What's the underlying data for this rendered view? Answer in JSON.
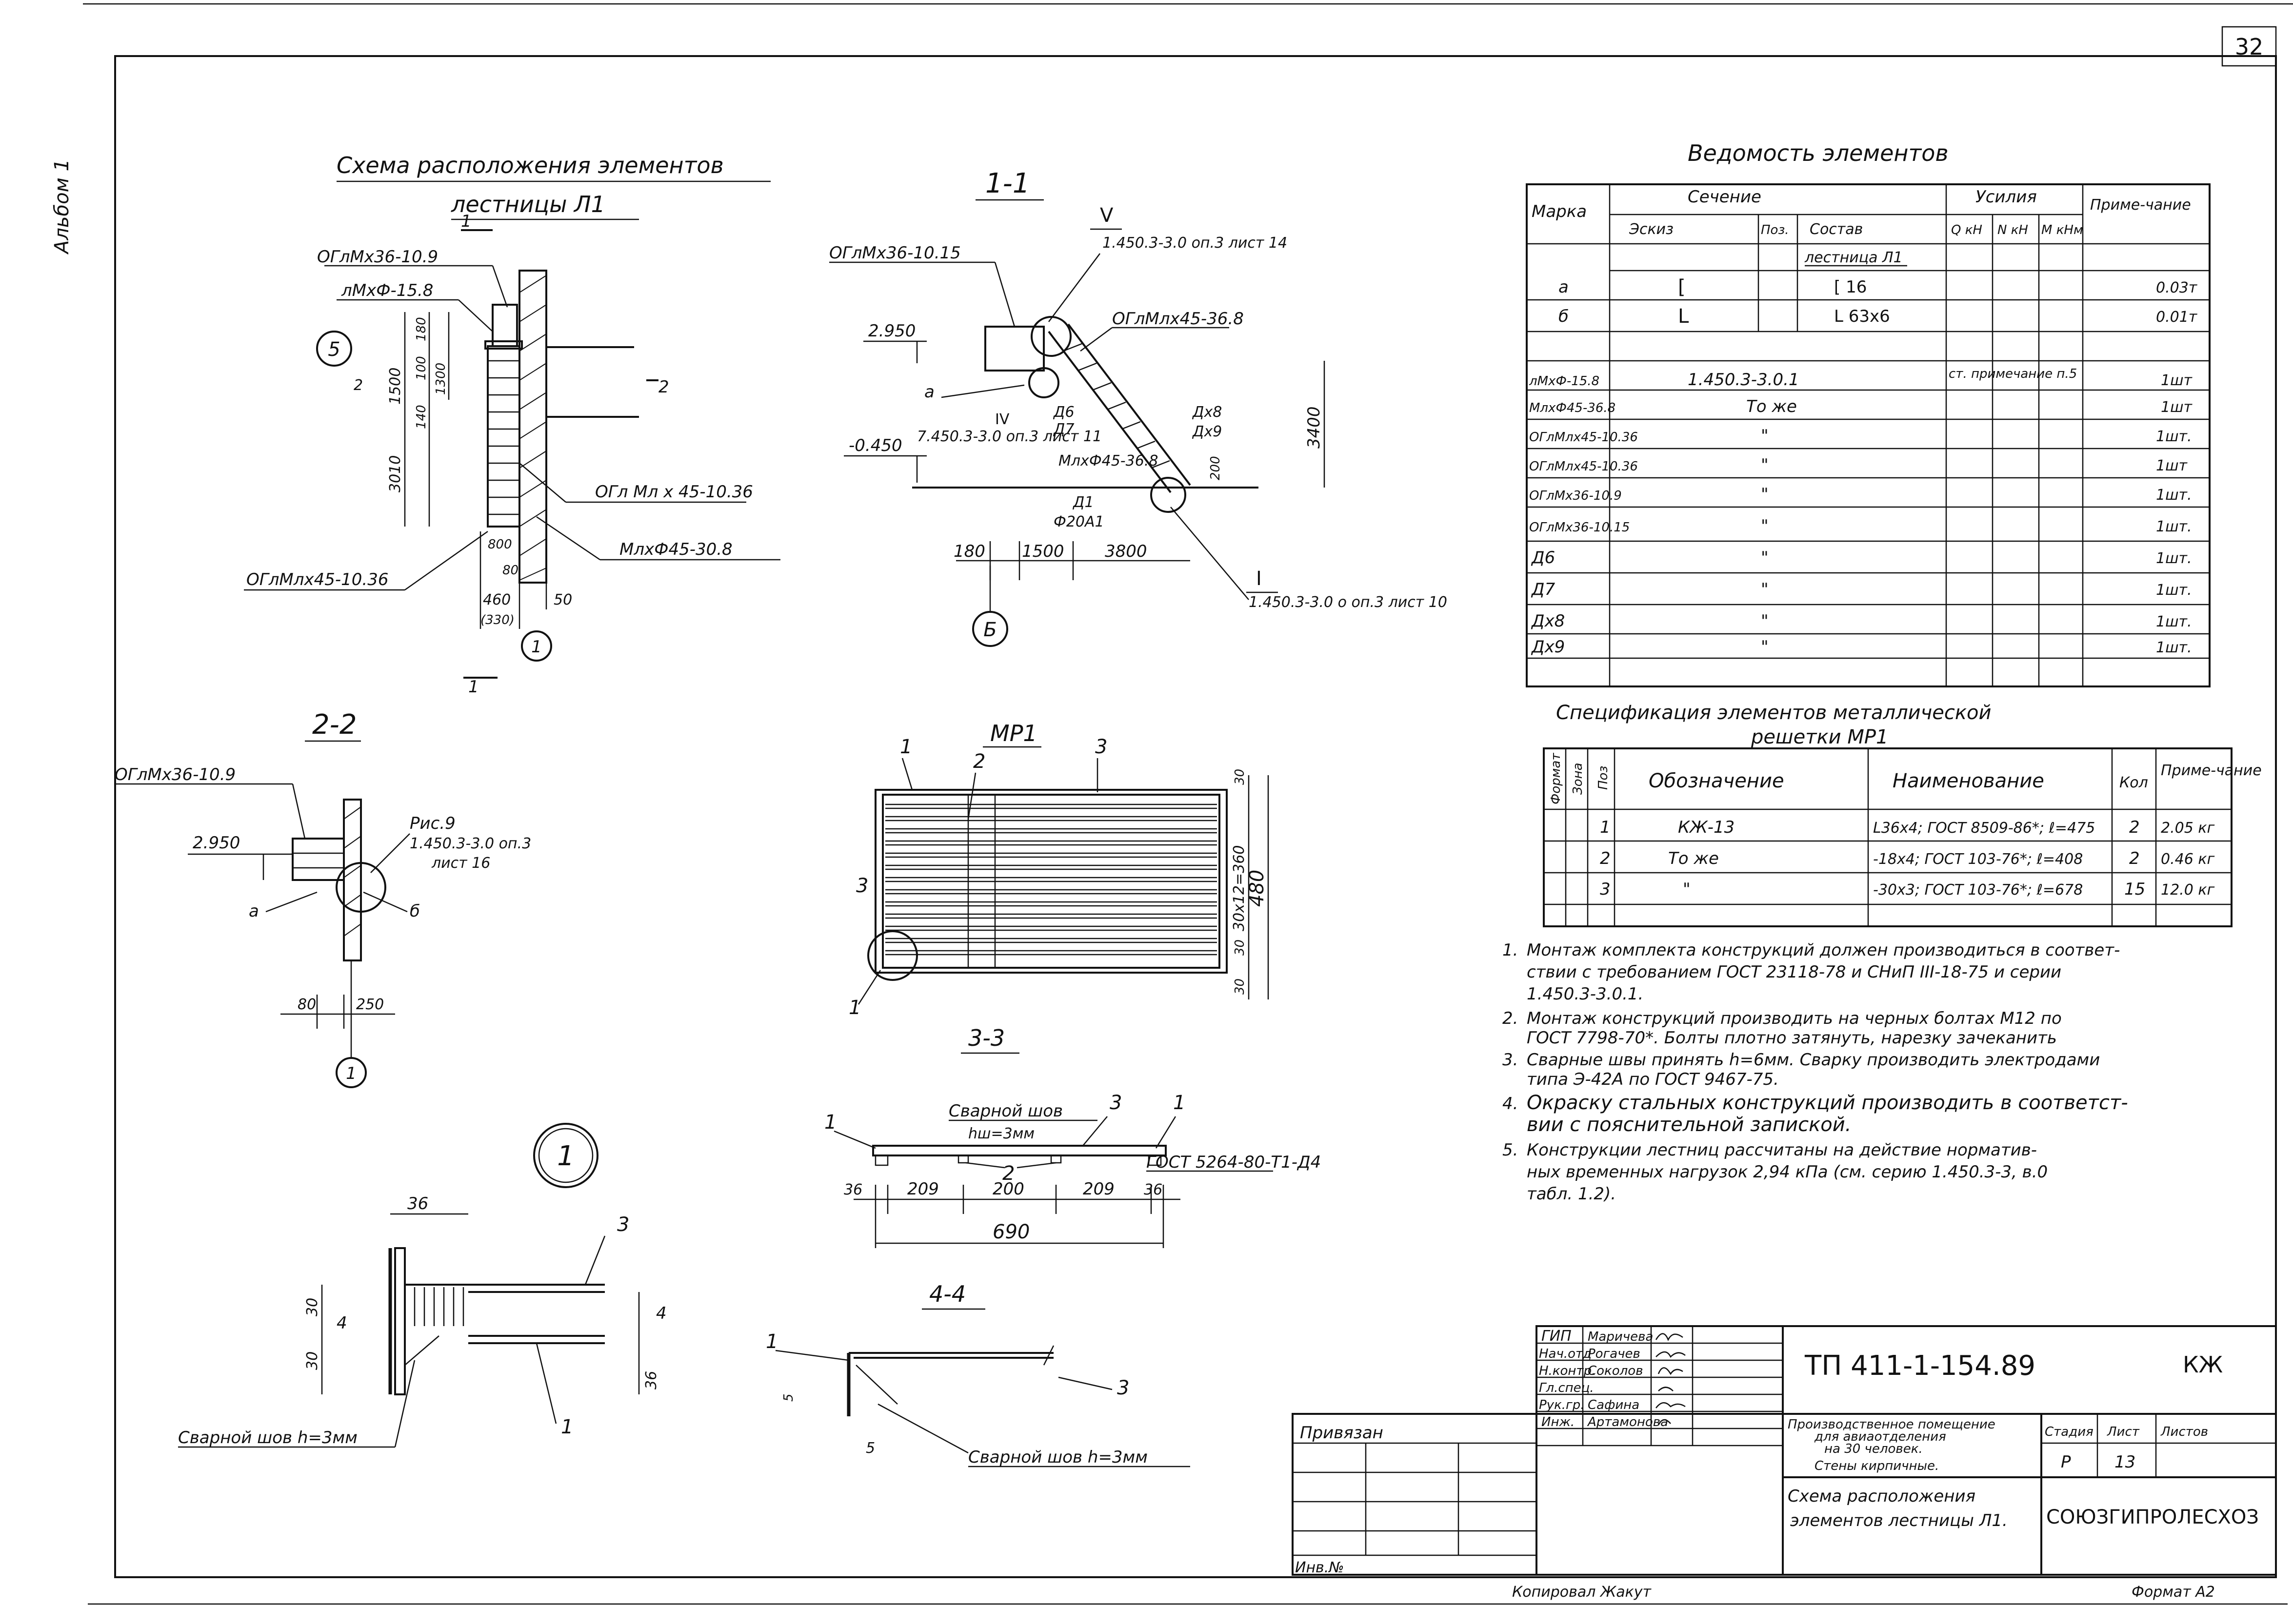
{
  "sheet": {
    "page_number": "32",
    "album_label": "Альбом 1",
    "copied_by": "Копировал Жакут",
    "format": "Формат А2"
  },
  "schema": {
    "title_line1": "Схема расположения элементов",
    "title_line2": "лестницы Л1",
    "labels": [
      "ОГлМх36-10.9",
      "лМхФ-15.8",
      "ОГл Мл х 45-10.36",
      "МлхФ45-30.8",
      "ОГлМлх45-10.36"
    ],
    "axis_label": "5",
    "axis_bottom": "1",
    "dims_vertical": [
      "1500",
      "3010",
      "180",
      "100",
      "1300",
      "140"
    ],
    "dims_small": [
      "800",
      "80",
      "460",
      "(330)",
      "50"
    ],
    "mark_1": "1",
    "mark_2": "2",
    "mark_21": "2"
  },
  "section_1_1": {
    "title": "1-1",
    "labels": [
      "ОГлМх36-10.15",
      "1.450.3-3.0 оп.3 лист 14",
      "ОГлМлх45-36.8",
      "7.450.3-3.0 оп.3 лист 11",
      "МлхФ45-36.8",
      "1.450.3-3.0 о оп.3 лист 10",
      "Д6",
      "Д7",
      "Дх8",
      "Дх9",
      "Д1",
      "Ф20А1"
    ],
    "roman_top": "V",
    "roman_mid": "IV",
    "roman_bottom": "I",
    "levels": [
      "2.950",
      "-0.450"
    ],
    "dims": [
      "3400",
      "200",
      "180",
      "1500",
      "3800"
    ],
    "axis": "Б",
    "a_label": "а"
  },
  "section_2_2": {
    "title": "2-2",
    "labels": [
      "ОГлМх36-10.9",
      "Рис.9",
      "1.450.3-3.0 оп.3",
      "лист 16",
      "а",
      "б"
    ],
    "level": "2.950",
    "dims": [
      "80",
      "250"
    ],
    "axis": "1"
  },
  "detail_1": {
    "circle_label": "1",
    "dims": [
      "36",
      "30",
      "30",
      "36"
    ],
    "marks": [
      "3",
      "1",
      "4",
      "4"
    ],
    "weld_label": "Сварной шов h=3мм"
  },
  "mr1": {
    "title": "МР1",
    "marks": [
      "1",
      "2",
      "3",
      "3",
      "1"
    ],
    "dims": [
      "30",
      "30x12=360",
      "30",
      "30",
      "480"
    ]
  },
  "section_3_3": {
    "title": "3-3",
    "weld_label": "Сварной шов",
    "weld_size": "hш=3мм",
    "gost": "ГОСТ 5264-80-Т1-Д4",
    "marks": [
      "1",
      "3",
      "1",
      "2"
    ],
    "dims": [
      "36",
      "209",
      "200",
      "209",
      "36",
      "690"
    ]
  },
  "section_4_4": {
    "title": "4-4",
    "marks": [
      "1",
      "3"
    ],
    "dims": [
      "5",
      "5"
    ],
    "weld_label": "Сварной шов h=3мм"
  },
  "vedomost": {
    "title": "Ведомость элементов",
    "head": {
      "marka": "Марка",
      "sechenie": "Сечение",
      "eskiz": "Эскиз",
      "poz": "Поз.",
      "sostav": "Состав",
      "usilia": "Усилия",
      "q": "Q кН",
      "n": "N кН",
      "m": "М кНм",
      "prim": "Приме-чание"
    },
    "group_title": "лестница Л1",
    "rows": [
      {
        "marka": "а",
        "eskiz": "[",
        "sostav": "[ 16",
        "prim": "0.03т"
      },
      {
        "marka": "б",
        "eskiz": "L",
        "sostav": "L 63х6",
        "prim": "0.01т"
      }
    ],
    "rows2": [
      {
        "marka": "лМхФ-15.8",
        "sostav": "1.450.3-3.0.1",
        "usilia": "ст. примечание п.5",
        "prim": "1шт"
      },
      {
        "marka": "МлхФ45-36.8",
        "sostav": "То же",
        "usilia": "",
        "prim": "1шт"
      },
      {
        "marka": "ОГлМлх45-10.36",
        "sostav": "\"",
        "usilia": "",
        "prim": "1шт."
      },
      {
        "marka": "ОГлМлх45-10.36",
        "sostav": "\"",
        "usilia": "",
        "prim": "1шт"
      },
      {
        "marka": "ОГлМх36-10.9",
        "sostav": "\"",
        "usilia": "",
        "prim": "1шт."
      },
      {
        "marka": "ОГлМх36-10.15",
        "sostav": "\"",
        "usilia": "",
        "prim": "1шт."
      },
      {
        "marka": "Д6",
        "sostav": "\"",
        "usilia": "",
        "prim": "1шт."
      },
      {
        "marka": "Д7",
        "sostav": "\"",
        "usilia": "",
        "prim": "1шт."
      },
      {
        "marka": "Дх8",
        "sostav": "\"",
        "usilia": "",
        "prim": "1шт."
      },
      {
        "marka": "Дх9",
        "sostav": "\"",
        "usilia": "",
        "prim": "1шт."
      }
    ]
  },
  "spec": {
    "title_line1": "Спецификация элементов металлической",
    "title_line2": "решетки МР1",
    "head": {
      "format": "Формат",
      "zona": "Зона",
      "poz": "Поз",
      "oboznachenie": "Обозначение",
      "naim": "Наименование",
      "kol": "Кол",
      "prim": "Приме-чание"
    },
    "rows": [
      {
        "poz": "1",
        "obozn": "КЖ-13",
        "naim": "L36х4; ГОСТ 8509-86*; ℓ=475",
        "kol": "2",
        "prim": "2.05 кг"
      },
      {
        "poz": "2",
        "obozn": "То же",
        "naim": "-18х4; ГОСТ 103-76*; ℓ=408",
        "kol": "2",
        "prim": "0.46 кг"
      },
      {
        "poz": "3",
        "obozn": "\"",
        "naim": "-30х3; ГОСТ 103-76*; ℓ=678",
        "kol": "15",
        "prim": "12.0 кг"
      }
    ]
  },
  "notes": [
    {
      "num": "1.",
      "lines": [
        "Монтаж комплекта конструкций должен производиться в соответ-",
        "ствии с требованием ГОСТ 23118-78 и СНиП III-18-75 и серии",
        "1.450.3-3.0.1."
      ]
    },
    {
      "num": "2.",
      "lines": [
        "Монтаж конструкций производить на черных болтах М12 по",
        "ГОСТ 7798-70*. Болты плотно затянуть, нарезку зачеканить"
      ]
    },
    {
      "num": "3.",
      "lines": [
        "Сварные швы принять h=6мм. Сварку производить электродами",
        "типа Э-42А по ГОСТ 9467-75."
      ]
    },
    {
      "num": "4.",
      "lines": [
        "Окраску стальных конструкций производить в соответст-",
        "вии с пояснительной запиской."
      ]
    },
    {
      "num": "5.",
      "lines": [
        "Конструкции лестниц рассчитаны на действие норматив-",
        "ных временных нагрузок 2,94 кПа (см. серию 1.450.3-3, в.0",
        "табл. 1.2)."
      ]
    }
  ],
  "stamp": {
    "privyazan": "Привязан",
    "inv": "Инв.№",
    "roles": [
      {
        "role": "ГИП",
        "name": "Маричева"
      },
      {
        "role": "Нач.отд",
        "name": "Рогачев"
      },
      {
        "role": "Н.контр.",
        "name": "Соколов"
      },
      {
        "role": "Гл.спец.",
        "name": ""
      },
      {
        "role": "Рук.гр.",
        "name": "Сафина"
      },
      {
        "role": "Инж.",
        "name": "Артамонова"
      }
    ],
    "code": "ТП 411-1-154.89",
    "mark": "КЖ",
    "object_lines": [
      "Производственное помещение",
      "для авиаотделения",
      "на 30 человек.",
      "Стены кирпичные."
    ],
    "stadia_head": "Стадия",
    "list_head": "Лист",
    "listov_head": "Листов",
    "stadia": "Р",
    "list": "13",
    "listov": "",
    "drawing_title_lines": [
      "Схема расположения",
      "элементов лестницы Л1."
    ],
    "org": "СОЮЗГИПРОЛЕСХОЗ"
  }
}
